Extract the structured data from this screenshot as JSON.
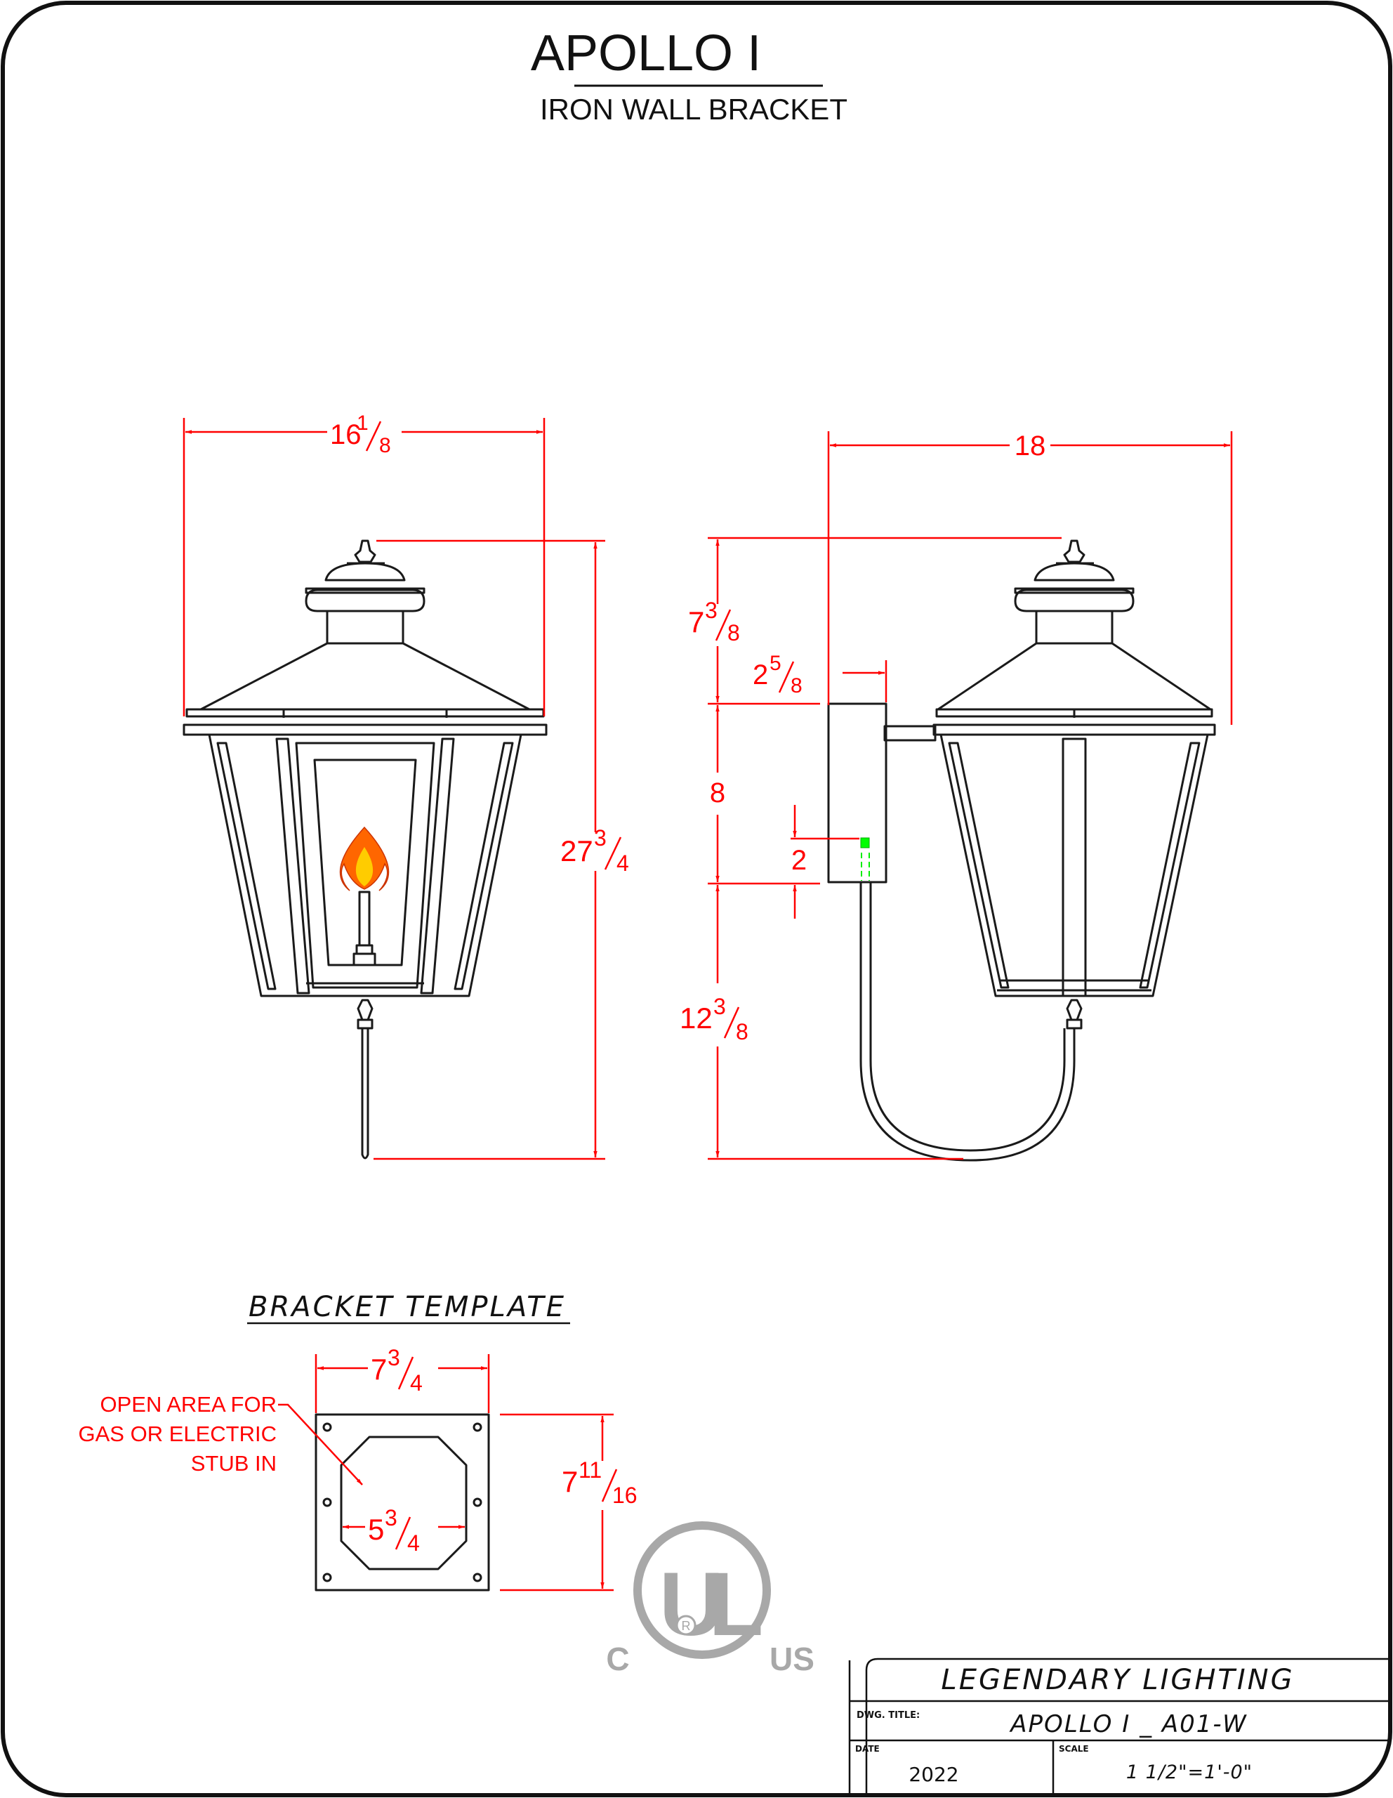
{
  "title": {
    "main": "APOLLO I",
    "subtitle": "IRON WALL BRACKET"
  },
  "front_view": {
    "width": {
      "whole": "16",
      "num": "1",
      "den": "8"
    },
    "height": {
      "whole": "27",
      "num": "3",
      "den": "4"
    }
  },
  "side_view": {
    "projection": "18",
    "top_section": {
      "whole": "7",
      "num": "3",
      "den": "8"
    },
    "plate_offset": {
      "whole": "2",
      "num": "5",
      "den": "8"
    },
    "plate_height": "8",
    "stub_offset": "2",
    "bottom_section": {
      "whole": "12",
      "num": "3",
      "den": "8"
    }
  },
  "bracket_template": {
    "heading": "BRACKET TEMPLATE",
    "width": {
      "whole": "7",
      "num": "3",
      "den": "4"
    },
    "height": {
      "whole": "7",
      "num": "11",
      "den": "16"
    },
    "opening": {
      "whole": "5",
      "num": "3",
      "den": "4"
    },
    "note_lines": [
      "OPEN AREA FOR",
      "GAS OR ELECTRIC",
      "STUB IN"
    ]
  },
  "certification": {
    "ul_letters": "UL",
    "left": "C",
    "right": "US",
    "reg": "R"
  },
  "title_block": {
    "company": "LEGENDARY LIGHTING",
    "dwg_title_label": "DWG. TITLE:",
    "dwg_title": "APOLLO I _ A01-W",
    "date_label": "DATE",
    "date": "2022",
    "scale_label": "SCALE",
    "scale": "1 1/2\"=1'-0\""
  },
  "colors": {
    "dimension": "#ff0000",
    "ink": "#1a1a1a",
    "flame_outer": "#ff6600",
    "flame_inner": "#ffcc00",
    "stub": "#00ff00",
    "ul_logo": "#a8a8a8"
  }
}
